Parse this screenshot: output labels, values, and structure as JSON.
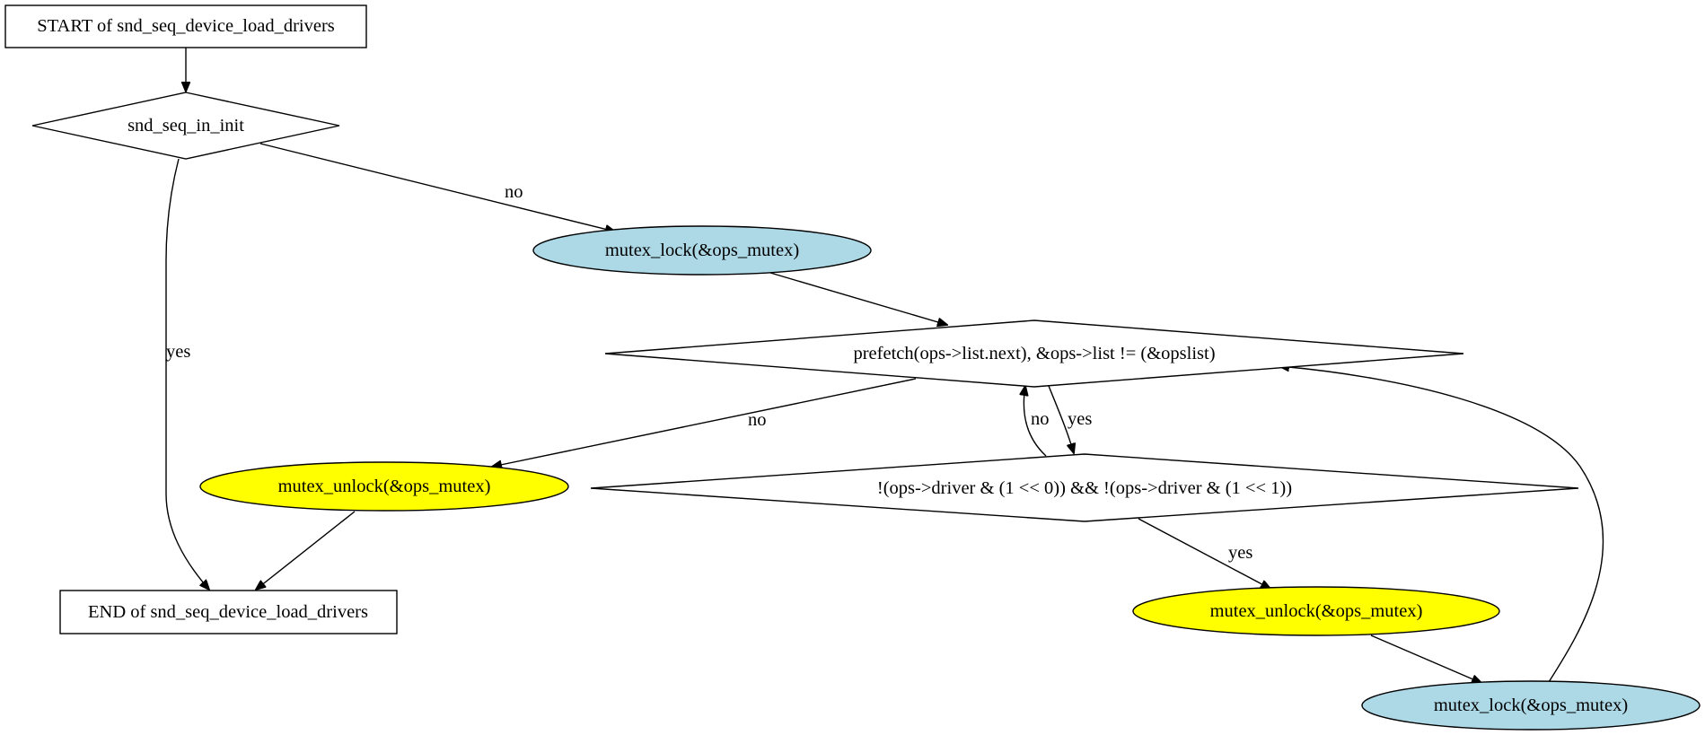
{
  "nodes": {
    "start": "START of snd_seq_device_load_drivers",
    "init_check": "snd_seq_in_init",
    "lock1": "mutex_lock(&ops_mutex)",
    "loop_check": "prefetch(ops->list.next), &ops->list != (&opslist)",
    "unlock_exit": "mutex_unlock(&ops_mutex)",
    "driver_check": "!(ops->driver & (1 << 0)) && !(ops->driver & (1 << 1))",
    "end": "END of snd_seq_device_load_drivers",
    "unlock_loop": "mutex_unlock(&ops_mutex)",
    "lock_loop": "mutex_lock(&ops_mutex)"
  },
  "edges": {
    "init_no": "no",
    "init_yes": "yes",
    "loop_no": "no",
    "loop_yes": "yes",
    "driver_no": "no",
    "driver_yes": "yes"
  },
  "colors": {
    "lock_fill": "#add8e6",
    "unlock_fill": "#ffff00",
    "box_fill": "#ffffff",
    "line": "#000000"
  }
}
